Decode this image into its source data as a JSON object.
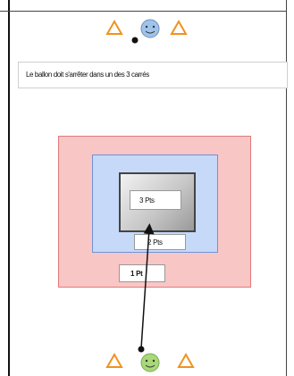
{
  "instruction": {
    "text": "Le ballon doit s'arrêter dans un des 3 carrés"
  },
  "zones": {
    "inner": {
      "label": "3 Pts"
    },
    "middle": {
      "label": "2 Pts"
    },
    "outer": {
      "label": "1 Pt"
    }
  },
  "colors": {
    "outer_fill": "#f9c6c6",
    "outer_border": "#e07a7a",
    "middle_fill": "#c6d9f8",
    "middle_border": "#6f93d6",
    "inner_border": "#444444",
    "inner_gradient_from": "#f2f2f2",
    "inner_gradient_to": "#9a9a9a",
    "cone_stroke": "#f0921e",
    "face_top_fill": "#9fc3ea",
    "face_bottom_fill": "#a8d878"
  },
  "icons": {
    "cones": "triangle-cone-icon",
    "face_top": "smiley-face-icon",
    "face_bottom": "smiley-face-icon",
    "ball": "ball-icon",
    "trajectory": "arrow-icon"
  }
}
